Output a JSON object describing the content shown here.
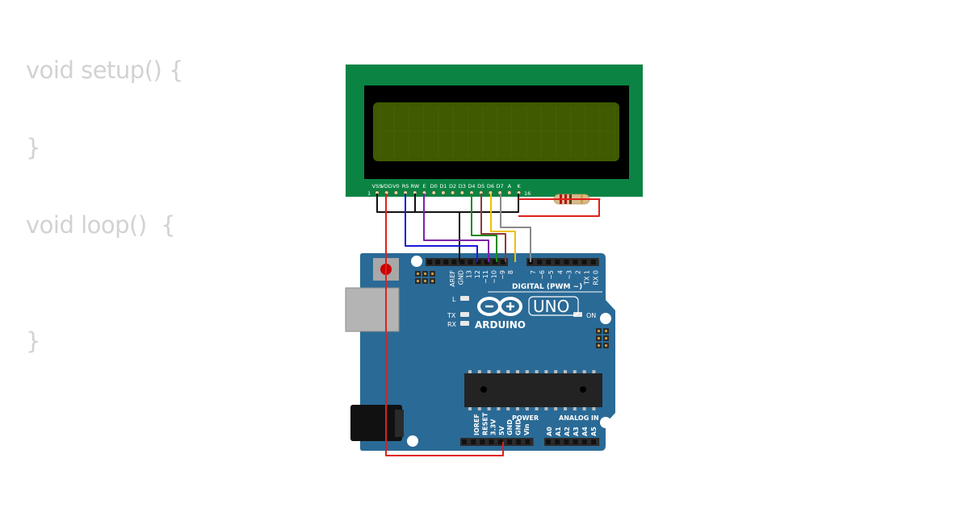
{
  "code": {
    "lines": [
      "void setup() {",
      "}",
      "void loop()  {",
      "}"
    ]
  },
  "lcd": {
    "pin_labels": [
      "VSS",
      "VDD",
      "V0",
      "RS",
      "RW",
      "E",
      "D0",
      "D1",
      "D2",
      "D3",
      "D4",
      "D5",
      "D6",
      "D7",
      "A",
      "K"
    ],
    "pin_first": "1",
    "pin_last": "16"
  },
  "arduino": {
    "brand": "ARDUINO",
    "model": "UNO",
    "digital_header_label": "DIGITAL (PWM ~)",
    "digital_pins_left": [
      "AREF",
      "GND",
      "13",
      "12",
      "~11",
      "~10",
      "~9",
      "8"
    ],
    "digital_pins_right": [
      "7",
      "~6",
      "~5",
      "4",
      "~3",
      "2",
      "TX 1",
      "RX 0"
    ],
    "power_pins": [
      "IOREF",
      "RESET",
      "3.3V",
      "5V",
      "GND",
      "GND",
      "Vin"
    ],
    "analog_pins": [
      "A0",
      "A1",
      "A2",
      "A3",
      "A4",
      "A5"
    ],
    "power_label": "POWER",
    "analog_label": "ANALOG IN",
    "led_l": "L",
    "led_tx": "TX",
    "led_rx": "RX",
    "on_label": "ON"
  },
  "colors": {
    "lcd_board": "#0b8443",
    "lcd_screen": "#3f5a00",
    "arduino_board": "#2a6a96",
    "wire_red": "#e0201c",
    "wire_black": "#111111",
    "wire_blue": "#1a1ad6",
    "wire_purple": "#7a22a8",
    "wire_green": "#1d8a1d",
    "wire_brown": "#8b3a3a",
    "wire_yellow": "#f0c000",
    "wire_gray": "#8a8a8a"
  }
}
